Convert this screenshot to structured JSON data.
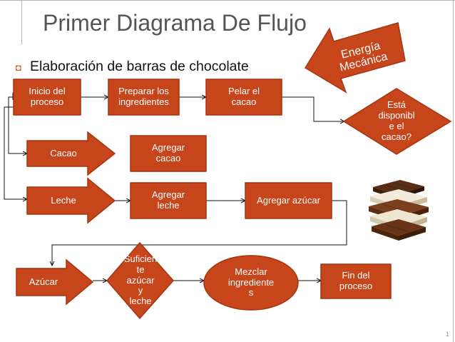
{
  "slide": {
    "title": "Primer Diagrama De Flujo",
    "subtitle": "Elaboración de barras de chocolate"
  },
  "colors": {
    "shape_fill": "#c7451a",
    "shape_stroke": "#a63510",
    "text": "#ffffff",
    "title": "#555555",
    "accent": "#d0561b"
  },
  "diagram": {
    "energy_label": "Energía\nMecánica",
    "nodes": {
      "inicio": "Inicio del\nproceso",
      "preparar": "Preparar los\ningredientes",
      "pelar": "Pelar el\ncacao",
      "disponible": "Está\ndisponibl\ne el\ncacao?",
      "cacao": "Cacao",
      "agregar_cacao": "Agregar\ncacao",
      "leche": "Leche",
      "agregar_leche": "Agregar\nleche",
      "agregar_azucar": "Agregar azúcar",
      "azucar": "Azúcar",
      "suficiente": "Suficien\nte\nazúcar\ny\nleche",
      "mezclar": "Mezclar\ningrediente\ns",
      "fin": "Fin del\nproceso"
    },
    "image_label": "chocolate-bars-image"
  }
}
